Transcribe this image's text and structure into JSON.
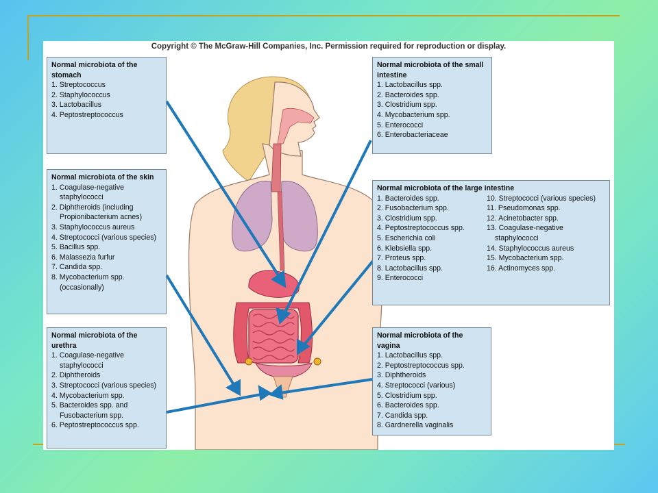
{
  "copyright": "Copyright © The McGraw-Hill Companies, Inc. Permission required for reproduction or display.",
  "colors": {
    "box_fill": "#cfe3f1",
    "arrow": "#1f78b8",
    "skin": "#fbe3cd",
    "hair": "#f2d38e",
    "organ": "#d94a5a",
    "lung": "#cfaac8"
  },
  "stomach": {
    "title": "Normal microbiota of the stomach",
    "items": [
      "1. Streptococcus",
      "2. Staphylococcus",
      "3. Lactobacillus",
      "4. Peptostreptococcus"
    ]
  },
  "skin": {
    "title": "Normal microbiota of the skin",
    "items": [
      "1. Coagulase-negative staphylococci",
      "2. Diphtheroids (including Propionibacterium acnes)",
      "3. Staphylococcus aureus",
      "4. Streptococci (various species)",
      "5. Bacillus spp.",
      "6. Malassezia furfur",
      "7. Candida spp.",
      "8. Mycobacterium spp. (occasionally)"
    ]
  },
  "urethra": {
    "title": "Normal microbiota of the urethra",
    "items": [
      "1. Coagulase-negative staphylococci",
      "2. Diphtheroids",
      "3. Streptococci (various species)",
      "4. Mycobacterium spp.",
      "5. Bacteroides spp. and Fusobacterium spp.",
      "6. Peptostreptococcus spp."
    ]
  },
  "small_intestine": {
    "title": "Normal microbiota of the small intestine",
    "items": [
      "1. Lactobacillus spp.",
      "2. Bacteroides spp.",
      "3. Clostridium spp.",
      "4. Mycobacterium spp.",
      "5. Enterococci",
      "6. Enterobacteriaceae"
    ]
  },
  "large_intestine": {
    "title": "Normal microbiota of the large intestine",
    "col1": [
      "1. Bacteroides spp.",
      "2. Fusobacterium spp.",
      "3. Clostridium spp.",
      "4. Peptostreptococcus spp.",
      "5. Escherichia coli",
      "6. Klebsiella spp.",
      "7. Proteus spp.",
      "8. Lactobacillus spp.",
      "9. Enterococci"
    ],
    "col2": [
      "10. Streptococci (various species)",
      "11. Pseudomonas spp.",
      "12. Acinetobacter spp.",
      "13. Coagulase-negative staphylococci",
      "14. Staphylococcus aureus",
      "15. Mycobacterium spp.",
      "16. Actinomyces spp."
    ]
  },
  "vagina": {
    "title": "Normal microbiota of the vagina",
    "items": [
      "1. Lactobacillus spp.",
      "2. Peptostreptococcus spp.",
      "3. Diphtheroids",
      "4. Streptococci (various)",
      "5. Clostridium spp.",
      "6. Bacteroides spp.",
      "7. Candida spp.",
      "8. Gardnerella vaginalis"
    ]
  }
}
